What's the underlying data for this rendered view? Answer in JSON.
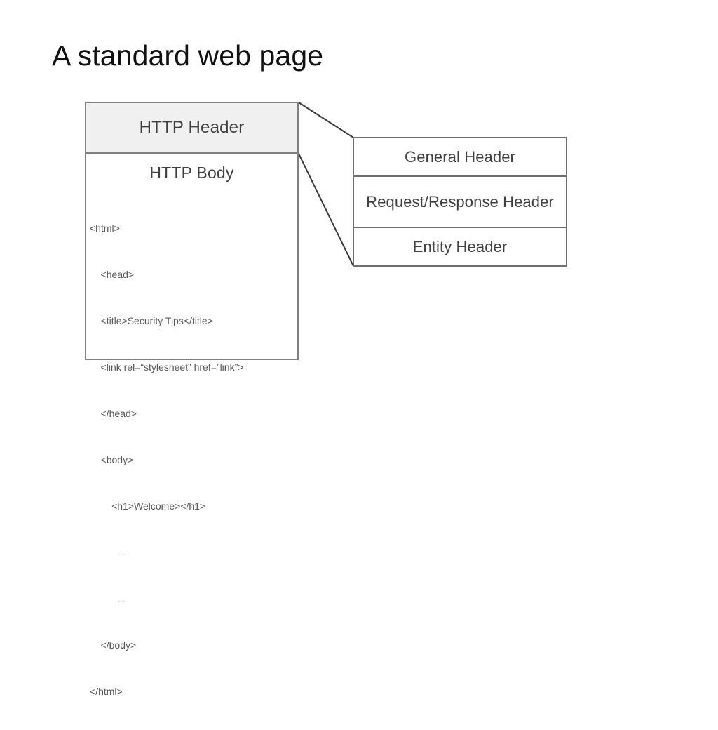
{
  "slide": {
    "title": "A standard web page",
    "background_color": "#ffffff"
  },
  "diagram": {
    "colors": {
      "box_border": "#808080",
      "header_fill": "#f0f0f0",
      "body_fill": "#ffffff",
      "label_text": "#3f3f3f",
      "code_text": "#58595b",
      "code_faint": "#b9bbbd",
      "breakdown_border": "#6f6f6f",
      "breakdown_text": "#404040",
      "connector_line": "#3a3a3a"
    },
    "message_box": {
      "header_label": "HTTP Header",
      "body_label": "HTTP Body",
      "code_lines": [
        {
          "text": "<html>",
          "faint": false
        },
        {
          "text": "    <head>",
          "faint": false
        },
        {
          "text": "    <title>Security Tips</title>",
          "faint": false
        },
        {
          "text": "    <link rel=“stylesheet” href=”link”>",
          "faint": false
        },
        {
          "text": "    </head>",
          "faint": false
        },
        {
          "text": "    <body>",
          "faint": false
        },
        {
          "text": "        <h1>Welcome></h1>",
          "faint": false
        },
        {
          "text": "            ...",
          "faint": true
        },
        {
          "text": "            ...",
          "faint": true
        },
        {
          "text": "    </body>",
          "faint": false
        },
        {
          "text": "</html>",
          "faint": false
        }
      ]
    },
    "header_breakdown": {
      "rows": [
        {
          "label": "General Header"
        },
        {
          "label": "Request/Response Header"
        },
        {
          "label": "Entity Header"
        }
      ]
    }
  }
}
